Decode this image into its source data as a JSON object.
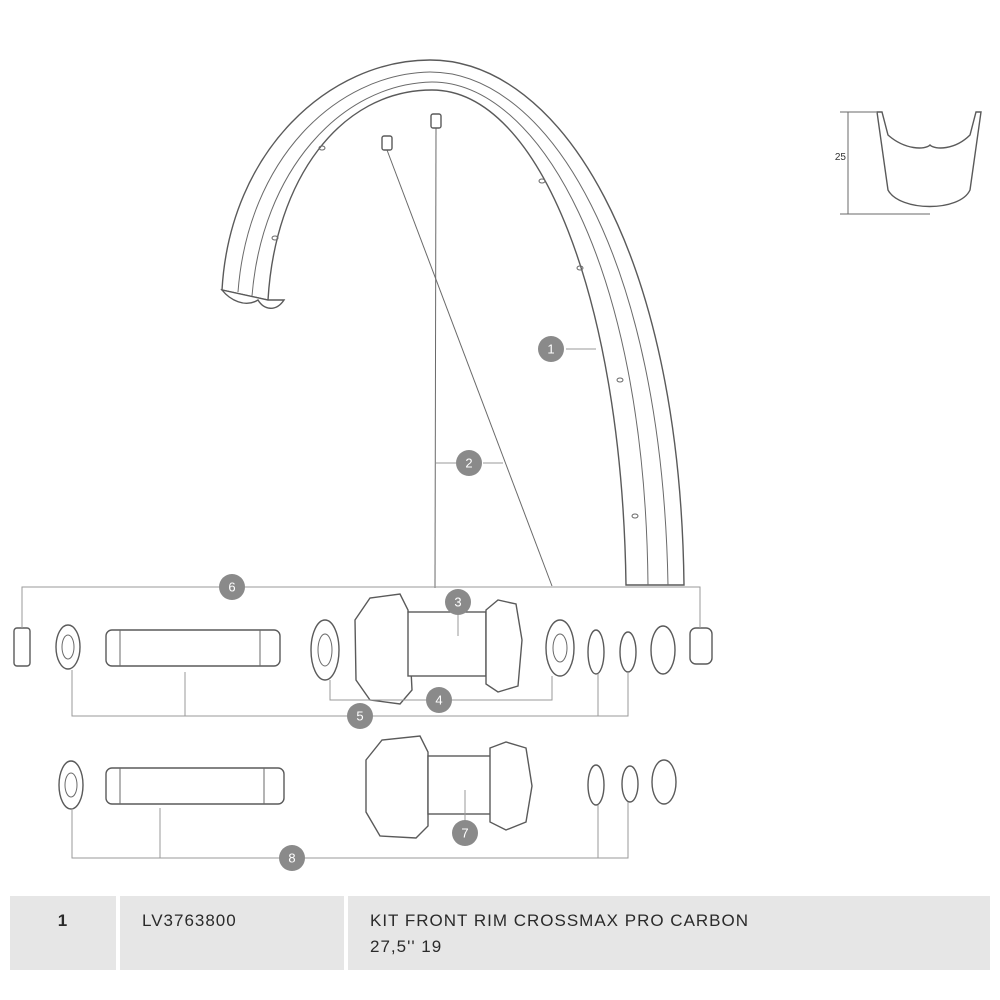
{
  "profile": {
    "height_label": "25"
  },
  "callouts": [
    {
      "id": "1"
    },
    {
      "id": "2"
    },
    {
      "id": "3"
    },
    {
      "id": "4"
    },
    {
      "id": "5"
    },
    {
      "id": "6"
    },
    {
      "id": "7"
    },
    {
      "id": "8"
    }
  ],
  "parts_table": {
    "rows": [
      {
        "number": "1",
        "reference": "LV3763800",
        "description_line1": "KIT FRONT RIM CROSSMAX PRO CARBON",
        "description_line2": "27,5'' 19"
      }
    ]
  },
  "colors": {
    "callout": "#8a8a8a",
    "table_bg": "#e6e6e6",
    "line": "#5a5a5a"
  }
}
